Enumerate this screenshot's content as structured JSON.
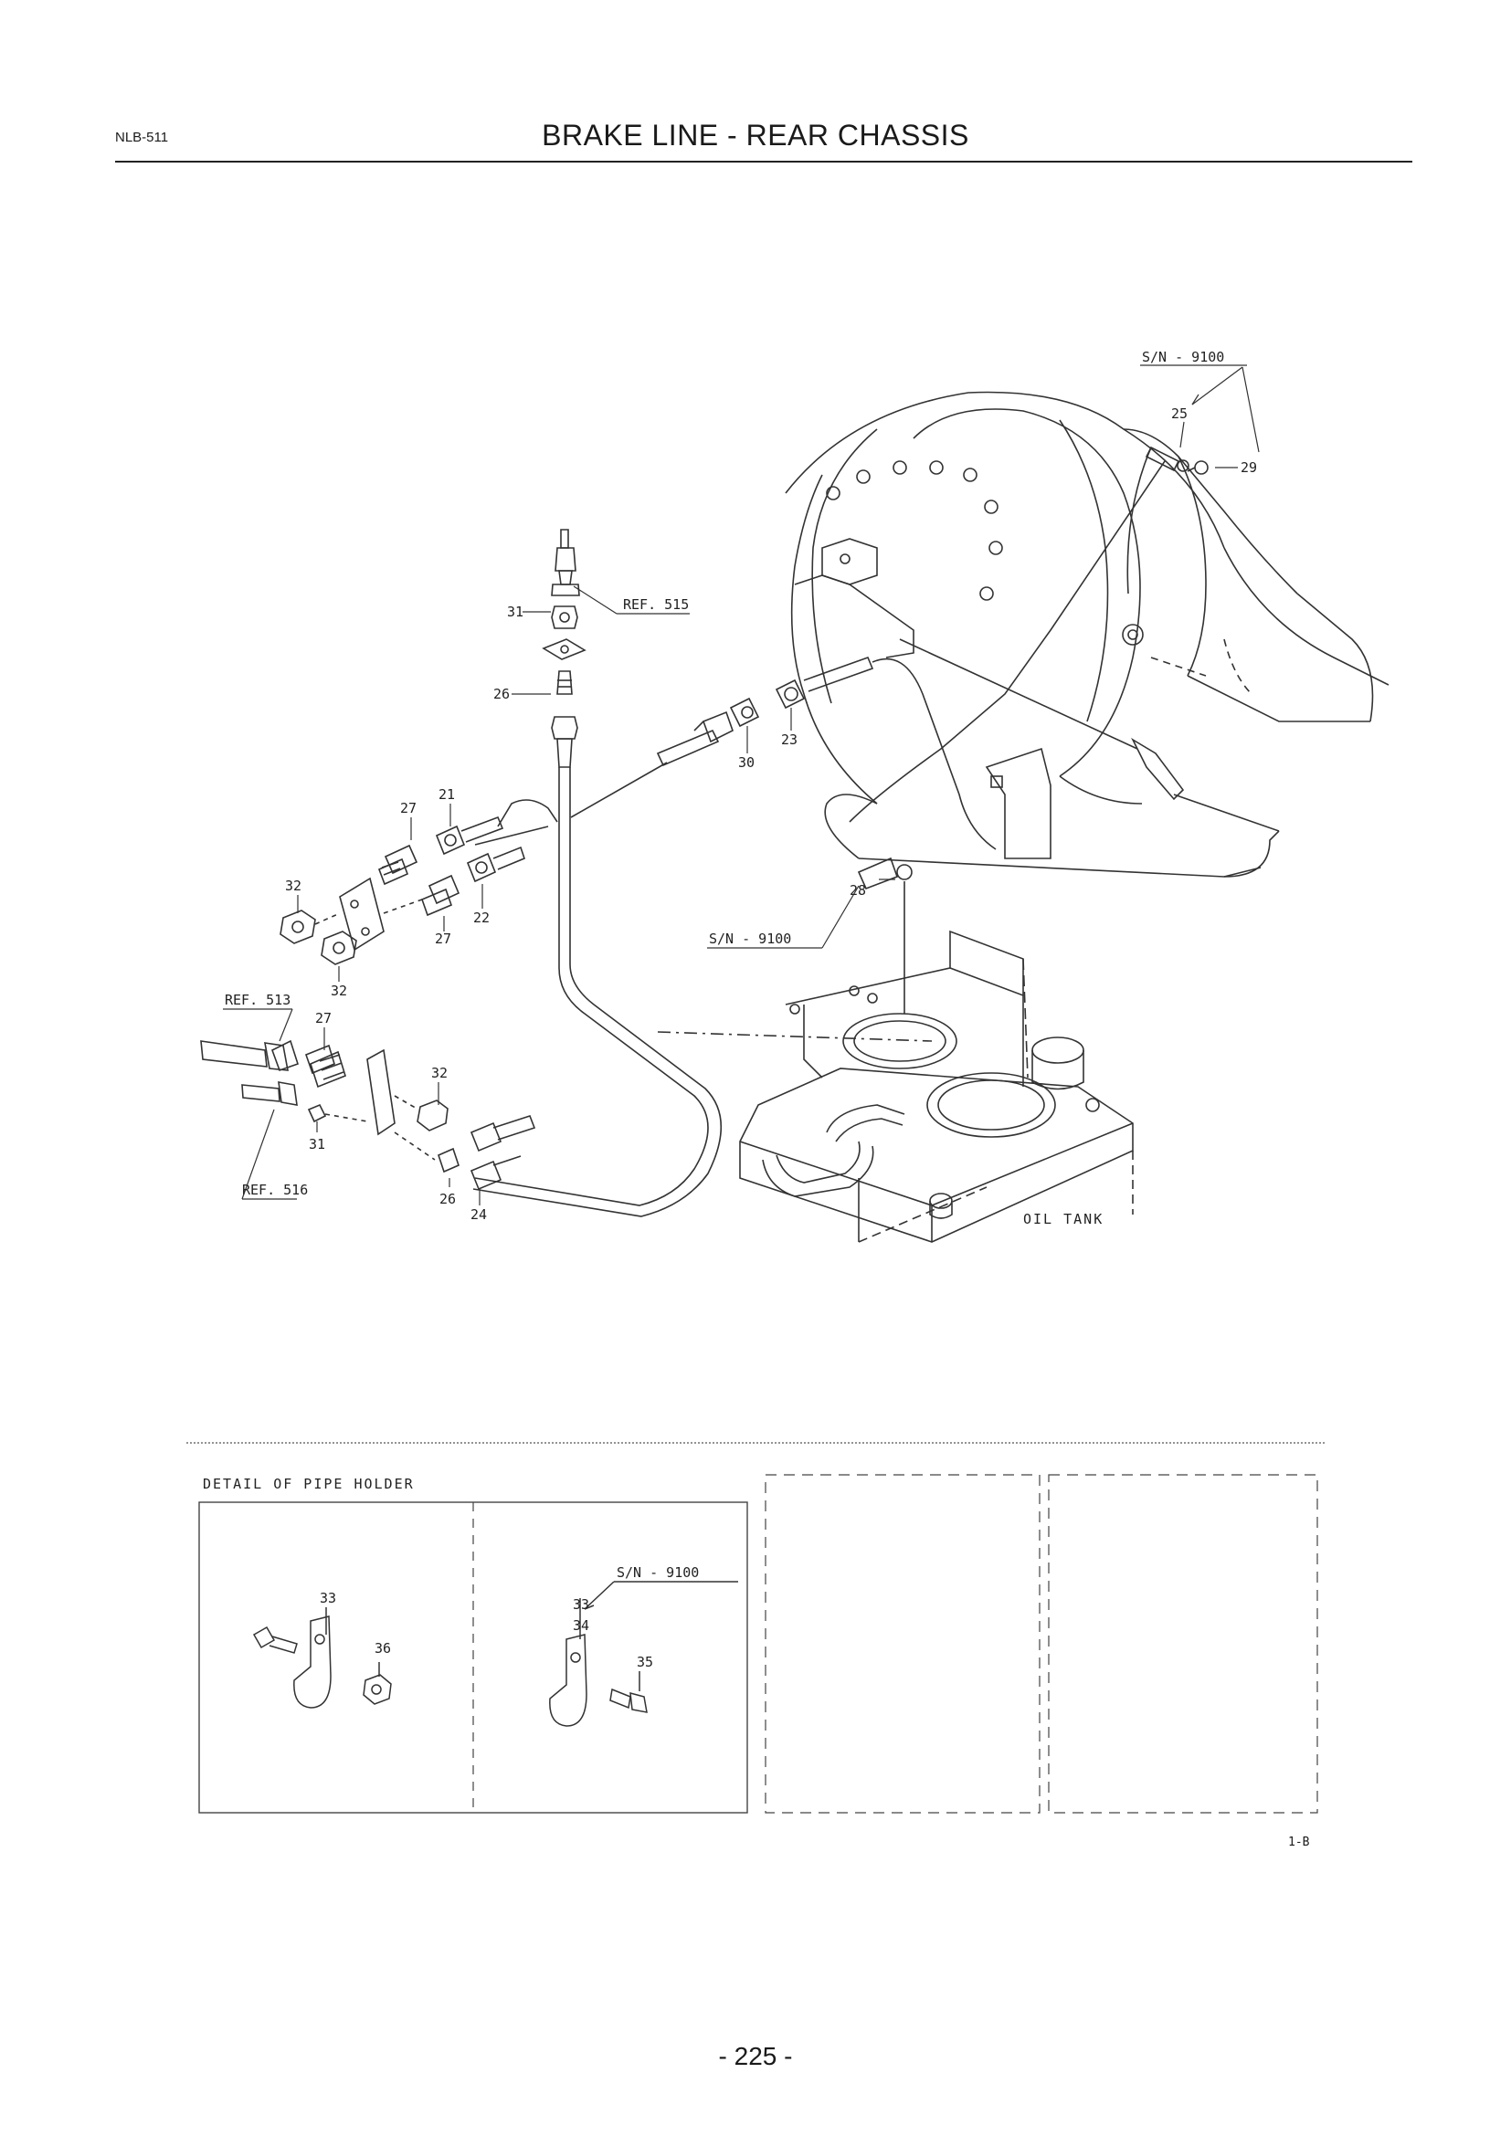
{
  "header": {
    "code": "NLB-511",
    "title": "BRAKE LINE - REAR CHASSIS"
  },
  "callouts": {
    "sn_top": "S/N - 9100",
    "p25": "25",
    "p29": "29",
    "ref515": "REF. 515",
    "p31a": "31",
    "p26a": "26",
    "p30": "30",
    "p23": "23",
    "p21": "21",
    "p27a": "27",
    "p32a": "32",
    "p22": "22",
    "p27b": "27",
    "p32b": "32",
    "sn_mid": "S/N - 9100",
    "p28": "28",
    "ref513": "REF. 513",
    "p27c": "27",
    "p32c": "32",
    "p31b": "31",
    "ref516": "REF. 516",
    "p26b": "26",
    "p24": "24",
    "oil_tank": "OIL TANK"
  },
  "detail": {
    "title": "DETAIL OF PIPE HOLDER",
    "p33a": "33",
    "p36": "36",
    "sn": "S/N - 9100",
    "p33b": "33",
    "p34": "34",
    "p35": "35"
  },
  "figure_id": "1-B",
  "page_number": "- 225 -"
}
